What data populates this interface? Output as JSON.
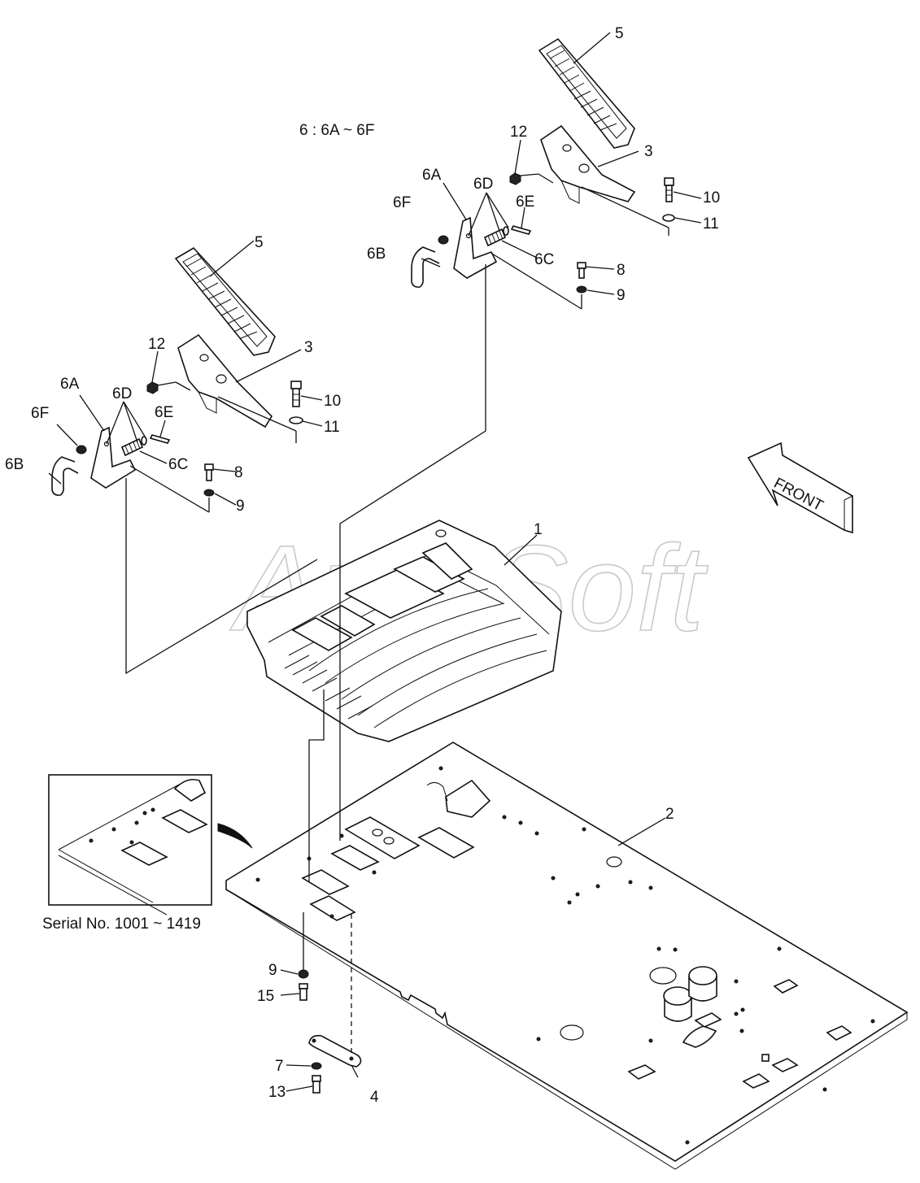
{
  "diagram": {
    "note": "6 : 6A ~ 6F",
    "inset_caption": "Serial No. 1001 ~ 1419",
    "front_label": "FRONT",
    "watermark": "AutoSoft",
    "labels": {
      "l5a": "5",
      "l12a": "12",
      "l3a": "3",
      "l10a": "10",
      "l11a": "11",
      "l6Aa": "6A",
      "l6Da": "6D",
      "l6Ea": "6E",
      "l6Fa": "6F",
      "l6Ba": "6B",
      "l6Ca": "6C",
      "l8a": "8",
      "l9a": "9",
      "l5b": "5",
      "l12b": "12",
      "l3b": "3",
      "l10b": "10",
      "l11b": "11",
      "l6Ab": "6A",
      "l6Db": "6D",
      "l6Eb": "6E",
      "l6Fb": "6F",
      "l6Bb": "6B",
      "l6Cb": "6C",
      "l8b": "8",
      "l9b": "9",
      "l1": "1",
      "l2": "2",
      "l9c": "9",
      "l15": "15",
      "l7": "7",
      "l13": "13",
      "l4": "4"
    }
  }
}
